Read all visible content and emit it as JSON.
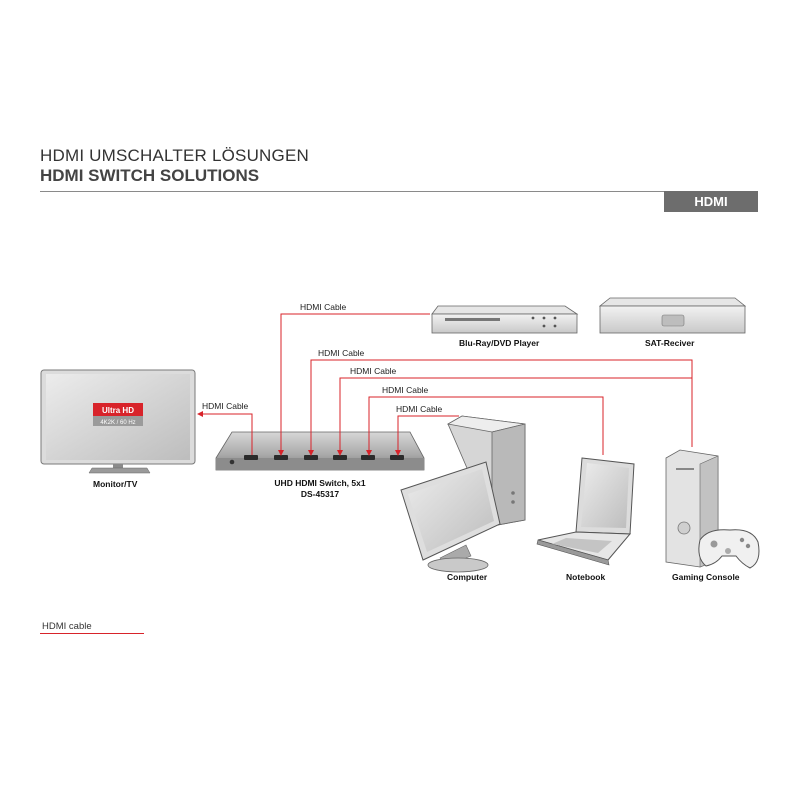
{
  "header": {
    "title_de": "HDMI UMSCHALTER LÖSUNGEN",
    "title_en": "HDMI SWITCH SOLUTIONS",
    "badge": "HDMI"
  },
  "tv": {
    "badge_main": "Ultra HD",
    "badge_sub": "4K2K / 60 Hz",
    "label": "Monitor/TV"
  },
  "switch": {
    "name": "UHD HDMI Switch, 5x1",
    "model": "DS-45317"
  },
  "cables": {
    "output": "HDMI Cable",
    "bluray": "HDMI Cable",
    "sat": "HDMI Cable",
    "console": "HDMI Cable",
    "notebook": "HDMI Cable",
    "computer": "HDMI Cable"
  },
  "devices": {
    "bluray": "Blu-Ray/DVD Player",
    "sat": "SAT-Reciver",
    "computer": "Computer",
    "notebook": "Notebook",
    "console": "Gaming Console"
  },
  "legend": {
    "label": "HDMI cable"
  },
  "colors": {
    "cable": "#d8232a",
    "badge_bg": "#6d6d6d",
    "ultra_hd": "#d8232a"
  }
}
